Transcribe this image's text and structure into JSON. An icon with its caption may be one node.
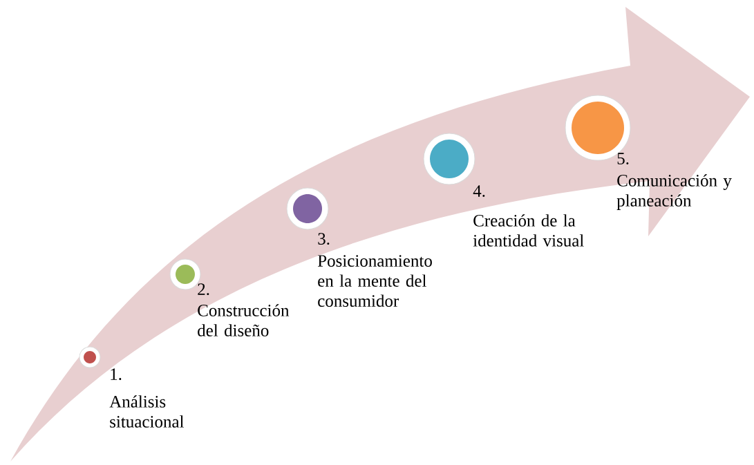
{
  "diagram": {
    "nodes": [
      {
        "text": [],
        "shape": "circle",
        "beside": [
          "1.",
          "Análisis situacional"
        ]
      },
      {
        "text": [],
        "shape": "circle",
        "beside": [
          "2.",
          "Construcción del diseño"
        ]
      },
      {
        "text": [],
        "shape": "circle",
        "beside": [
          "3.",
          "Posicionamiento en la mente del consumidor"
        ]
      },
      {
        "text": [],
        "shape": "circle",
        "beside": [
          "4.",
          "Creación de la identidad visual"
        ]
      },
      {
        "text": [],
        "shape": "circle",
        "beside": [
          "5.",
          "Comunicación y planeación"
        ]
      }
    ]
  }
}
